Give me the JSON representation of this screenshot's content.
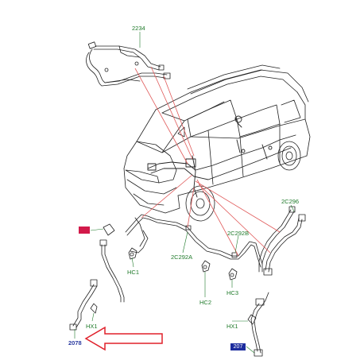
{
  "diagram": {
    "colors": {
      "label_green": "#1f7a2a",
      "label_blue": "#2a3aa0",
      "leader_red": "#e05a5a",
      "arrow_red": "#e0202a",
      "tag_blue": "#1d2d9e",
      "tag_red": "#d21a4a"
    },
    "labels": {
      "part_2234": "2234",
      "part_2c296": "2C296",
      "part_2c292b": "2C292B",
      "part_2c292a": "2C292A",
      "hc1": "HC1",
      "hc2": "HC2",
      "hc3": "HC3",
      "hx1_left": "HX1",
      "hx1_right": "HX1",
      "part_2078": "2078",
      "tag_207": "207"
    },
    "icons": {
      "highlight_tag_red": "red-highlight-tag",
      "pointer_arrow": "outline-arrow-left"
    }
  }
}
